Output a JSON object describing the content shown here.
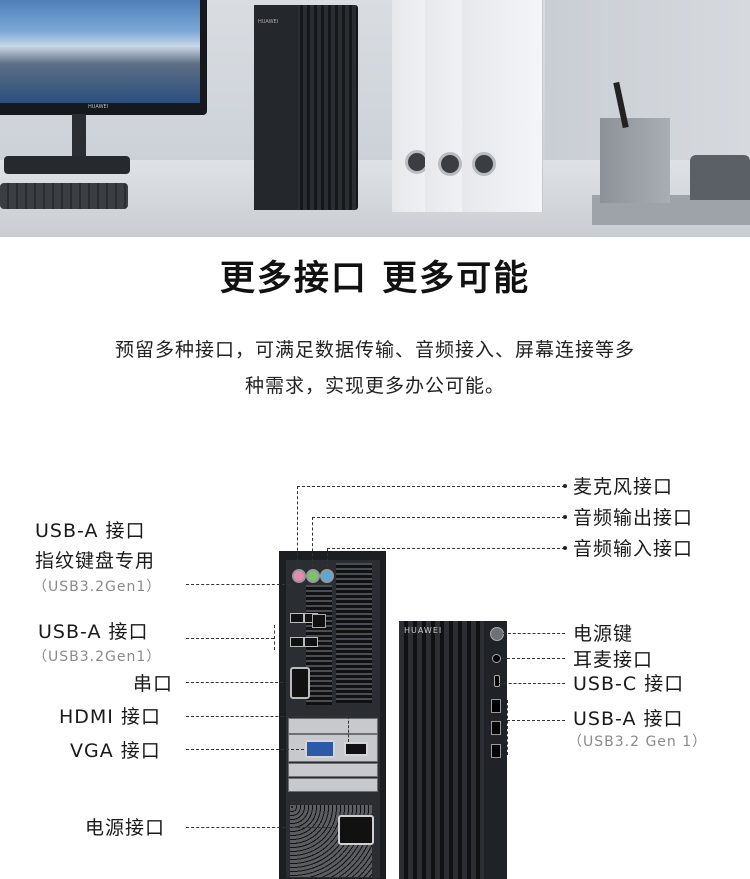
{
  "heading": {
    "title": "更多接口 更多可能",
    "line1": "预留多种接口，可满足数据传输、音频接入、屏幕连接等多",
    "line2": "种需求，实现更多办公可能。"
  },
  "photo": {
    "monitor_brand": "HUAWEI",
    "pc_brand": "HUAWEI"
  },
  "left_labels": {
    "usb_a_fp": "USB-A 接口",
    "usb_a_fp_note": "指纹键盘专用",
    "usb_a_fp_spec": "（USB3.2Gen1）",
    "usb_a": "USB-A 接口",
    "usb_a_spec": "（USB3.2Gen1）",
    "serial": "串口",
    "hdmi": "HDMI 接口",
    "vga": "VGA 接口",
    "power_port": "电源接口"
  },
  "right_labels": {
    "mic": "麦克风接口",
    "audio_out": "音频输出接口",
    "audio_in": "音频输入接口",
    "power_key": "电源键",
    "headset": "耳麦接口",
    "usb_c": "USB-C 接口",
    "usb_a": "USB-A 接口",
    "usb_a_spec": "（USB3.2 Gen 1）"
  },
  "front_brand": "HUAWEI",
  "colors": {
    "audio_pink": "#e88aa8",
    "audio_green": "#7cc46a",
    "audio_blue": "#58a8d8",
    "vga_blue": "#2d5aa8"
  }
}
